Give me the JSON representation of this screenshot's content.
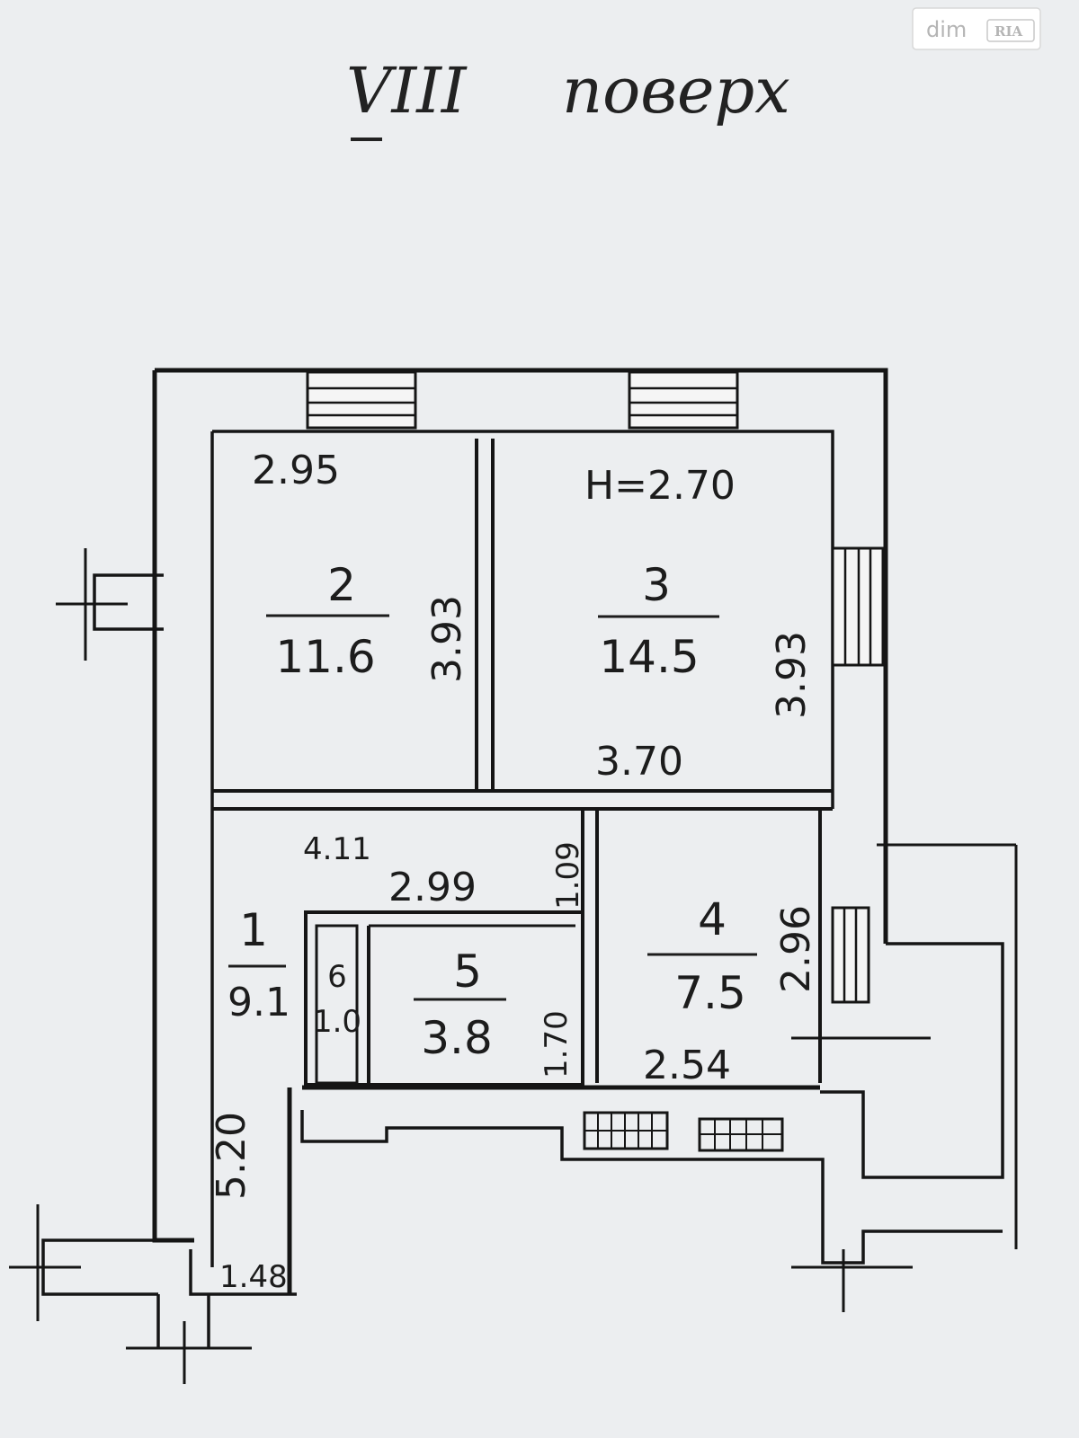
{
  "watermark": {
    "brand": "dim",
    "sub": "RIA"
  },
  "floor_label": {
    "roman": "VIII",
    "word": "поверх"
  },
  "height_label": "H=2.70",
  "rooms": [
    {
      "num": "2",
      "area": "11.6"
    },
    {
      "num": "3",
      "area": "14.5"
    },
    {
      "num": "4",
      "area": "7.5"
    },
    {
      "num": "5",
      "area": "3.8"
    },
    {
      "num": "1",
      "area": "9.1"
    },
    {
      "num": "6",
      "area": "1.0"
    }
  ],
  "dimensions": {
    "room2_width": "2.95",
    "room2_depth": "3.93",
    "room3_depth": "3.93",
    "room3_width": "3.70",
    "corridor_length": "4.11",
    "corridor_inner": "2.99",
    "corridor_gap": "1.09",
    "room4_depth": "2.96",
    "room4_width": "2.54",
    "room5_depth": "1.70",
    "hall_length": "5.20",
    "hall_width": "1.48"
  }
}
